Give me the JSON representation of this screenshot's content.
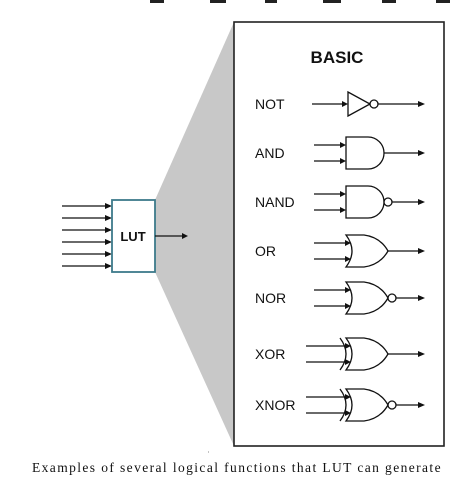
{
  "header_fragment": "",
  "lut": {
    "label": "LUT",
    "input_count": 6
  },
  "panel": {
    "title": "BASIC",
    "gates": [
      {
        "label": "NOT",
        "type": "not"
      },
      {
        "label": "AND",
        "type": "and"
      },
      {
        "label": "NAND",
        "type": "nand"
      },
      {
        "label": "OR",
        "type": "or"
      },
      {
        "label": "NOR",
        "type": "nor"
      },
      {
        "label": "XOR",
        "type": "xor"
      },
      {
        "label": "XNOR",
        "type": "xnor"
      }
    ]
  },
  "caption": "Examples of several logical functions that LUT can generate",
  "colors": {
    "panel_shade": "#c8c8c8",
    "lut_border": "#3d7a8a",
    "ink": "#111111"
  }
}
